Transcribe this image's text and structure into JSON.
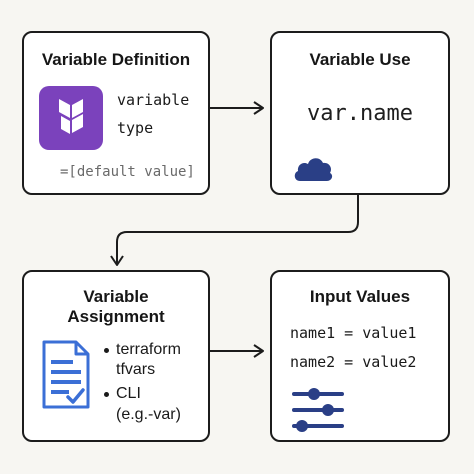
{
  "boxes": {
    "definition": {
      "title": "Variable Definition",
      "line1": "variable",
      "line2": "type",
      "default": "=[default value]",
      "icon": "terraform-logo-icon",
      "icon_color": "#7b42bc"
    },
    "use": {
      "title": "Variable Use",
      "code": "var.name",
      "icon": "cloud-icon",
      "icon_color": "#2a3f86"
    },
    "assignment": {
      "title_line1": "Variable",
      "title_line2": "Assignment",
      "icon": "document-checklist-icon",
      "icon_color": "#3b6fd6",
      "bullet1_line1": "terraform",
      "bullet1_line2": "tfvars",
      "bullet2_line1": "CLI",
      "bullet2_line2": "(e.g.-var)"
    },
    "input": {
      "title": "Input Values",
      "line1": "name1 = value1",
      "line2": "name2 = value2",
      "icon": "sliders-icon",
      "icon_color": "#2a3f86"
    }
  }
}
